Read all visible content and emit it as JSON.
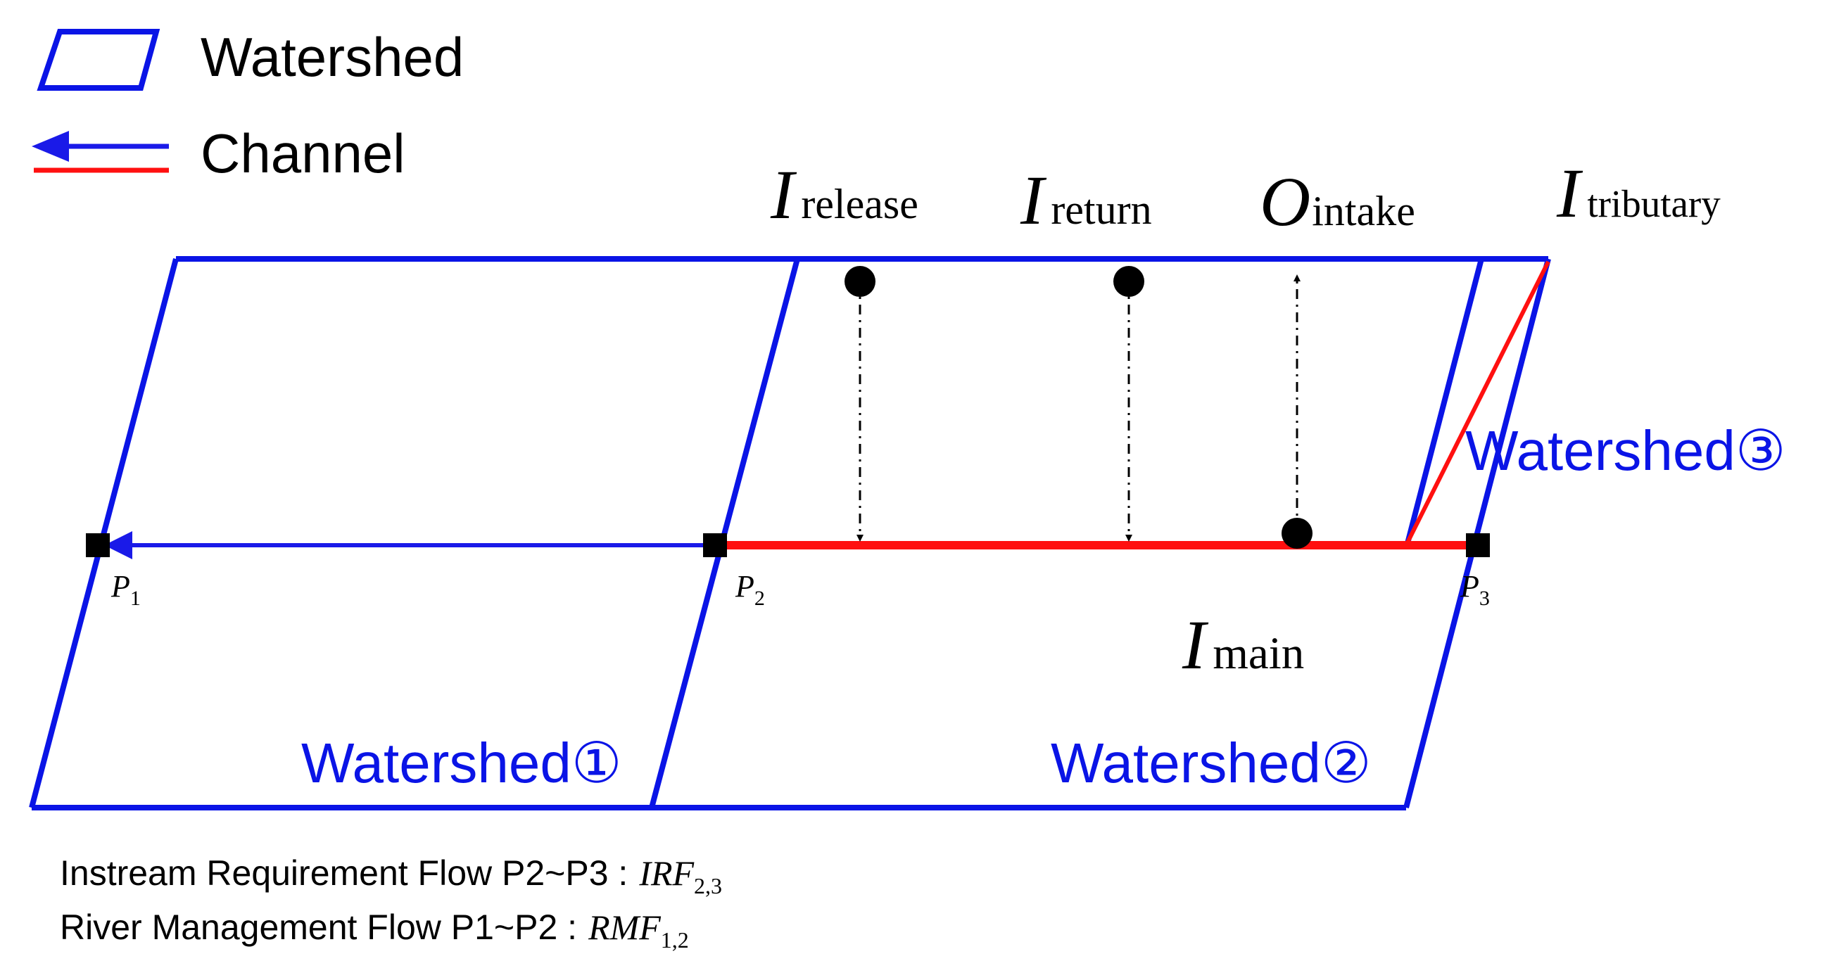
{
  "legend": {
    "watershed_label": "Watershed",
    "channel_label": "Channel"
  },
  "top_labels": {
    "release": {
      "main": "I",
      "sub": "release"
    },
    "return": {
      "main": "I",
      "sub": "return"
    },
    "intake": {
      "main": "O",
      "sub": "intake"
    },
    "tributary": {
      "main": "I",
      "sub": "tributary"
    }
  },
  "main_flow": {
    "main": "I",
    "sub": "main"
  },
  "points": {
    "p1": {
      "main": "P",
      "sub": "1"
    },
    "p2": {
      "main": "P",
      "sub": "2"
    },
    "p3": {
      "main": "P",
      "sub": "3"
    }
  },
  "watersheds": {
    "w1": "Watershed①",
    "w2": "Watershed②",
    "w3": "Watershed③"
  },
  "notes": {
    "irf_text": "Instream Requirement Flow P2~P3 :",
    "irf_symbol": {
      "main": "IRF",
      "sub": "2,3"
    },
    "rmf_text": "River Management Flow P1~P2 :",
    "rmf_symbol": {
      "main": "RMF",
      "sub": "1,2"
    }
  },
  "colors": {
    "watershed": "#0a14e6",
    "channel_main": "#1a1ae8",
    "channel_highlight": "#ff1010",
    "node": "#000000",
    "text": "#000000",
    "watershed_text": "#0a14e6"
  }
}
